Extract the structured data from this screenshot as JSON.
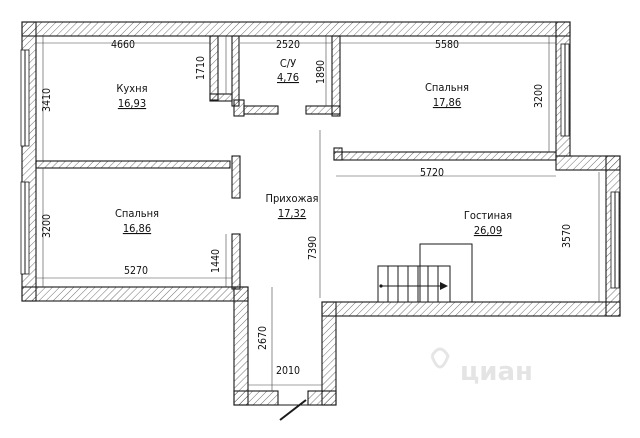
{
  "rooms": {
    "kitchen": {
      "name": "Кухня",
      "area": "16,93"
    },
    "bathroom": {
      "name": "С/У",
      "area": "4,76"
    },
    "bedroom1": {
      "name": "Спальня",
      "area": "17,86"
    },
    "bedroom2": {
      "name": "Спальня",
      "area": "16,86"
    },
    "hallway": {
      "name": "Прихожая",
      "area": "17,32"
    },
    "living": {
      "name": "Гостиная",
      "area": "26,09"
    }
  },
  "dimensions": {
    "kitchen_width": "4660",
    "kitchen_height": "3410",
    "kitchen_partition": "1710",
    "bathroom_width": "2520",
    "bathroom_height": "1890",
    "bedroom1_width": "5580",
    "bedroom1_height": "3200",
    "bedroom2_height": "3200",
    "bedroom2_width": "5270",
    "bedroom2_partition": "1440",
    "hallway_length": "7390",
    "living_width": "5720",
    "living_height": "3570",
    "vestibule_length": "2670",
    "vestibule_width": "2010"
  },
  "watermark": {
    "text": "циан"
  }
}
